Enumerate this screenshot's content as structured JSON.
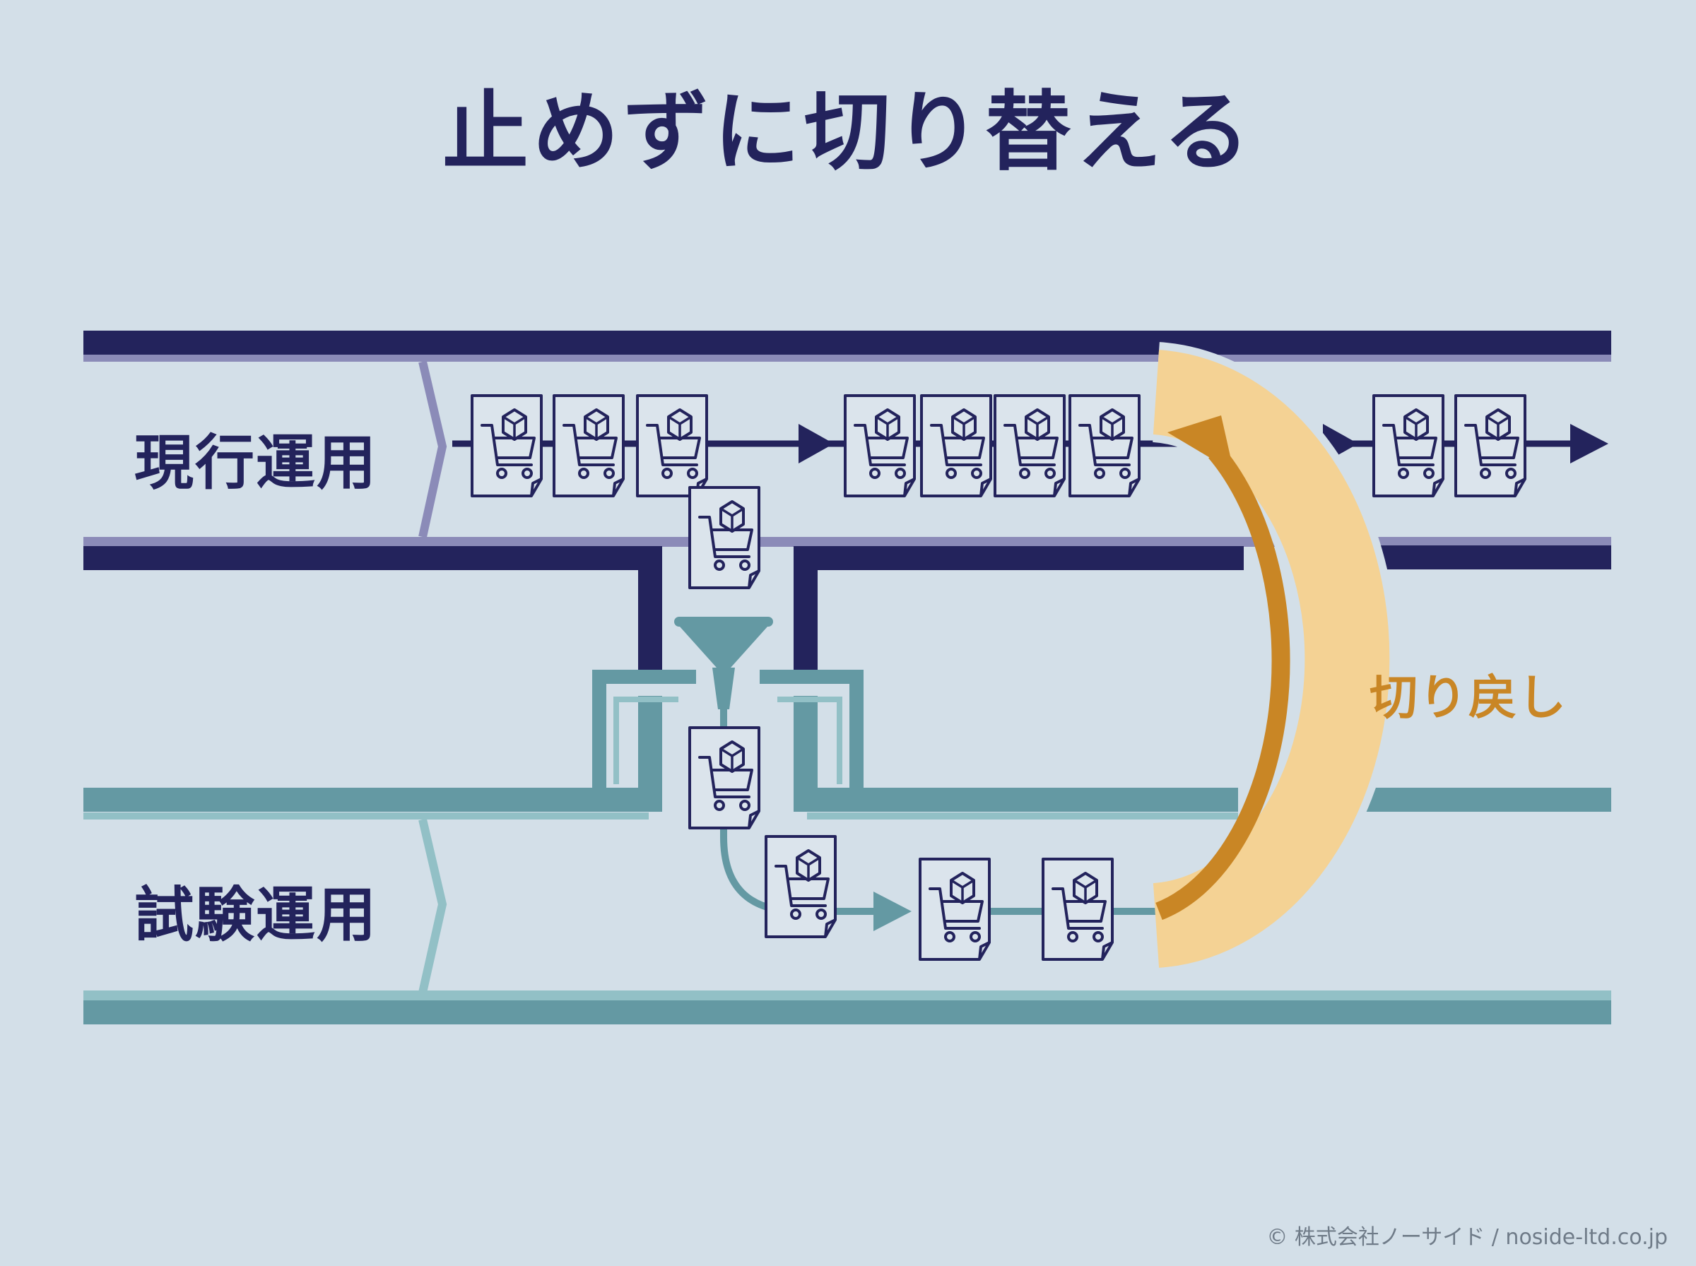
{
  "title": "止めずに切り替える",
  "lanes": {
    "current": "現行運用",
    "trial": "試験運用"
  },
  "rollback_label": "切り戻し",
  "copyright": "© 株式会社ノーサイド / noside-ltd.co.jp",
  "icons": {
    "order": "shopping-cart-with-box-document-icon",
    "router": "funnel-icon",
    "rollback": "curved-arrow-icon"
  },
  "colors": {
    "background": "#d3dfe8",
    "navy": "#23235c",
    "lavender": "#8b8bb8",
    "teal": "#6499a3",
    "teal_light": "#92c0c6",
    "orange": "#c98625",
    "orange_light": "#f4d294"
  }
}
